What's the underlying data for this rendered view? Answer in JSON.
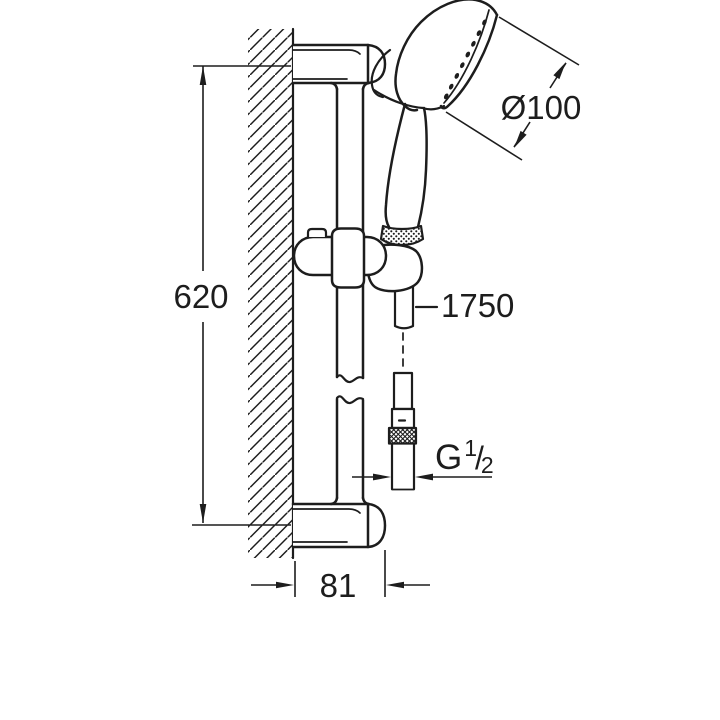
{
  "drawing": {
    "kind": "technical-dimension-drawing",
    "subject": "wall-mounted shower rail set with hand shower and hose",
    "background_color": "#ffffff",
    "line_color": "#1d1d1d"
  },
  "dimensions": {
    "rail_mount_distance": "620",
    "head_diameter": "Ø100",
    "hose_length": "1750",
    "wall_offset": "81",
    "thread": {
      "full": "G 1/2",
      "symbol": "G",
      "numerator": "1",
      "slash": "/",
      "denominator": "2"
    }
  }
}
